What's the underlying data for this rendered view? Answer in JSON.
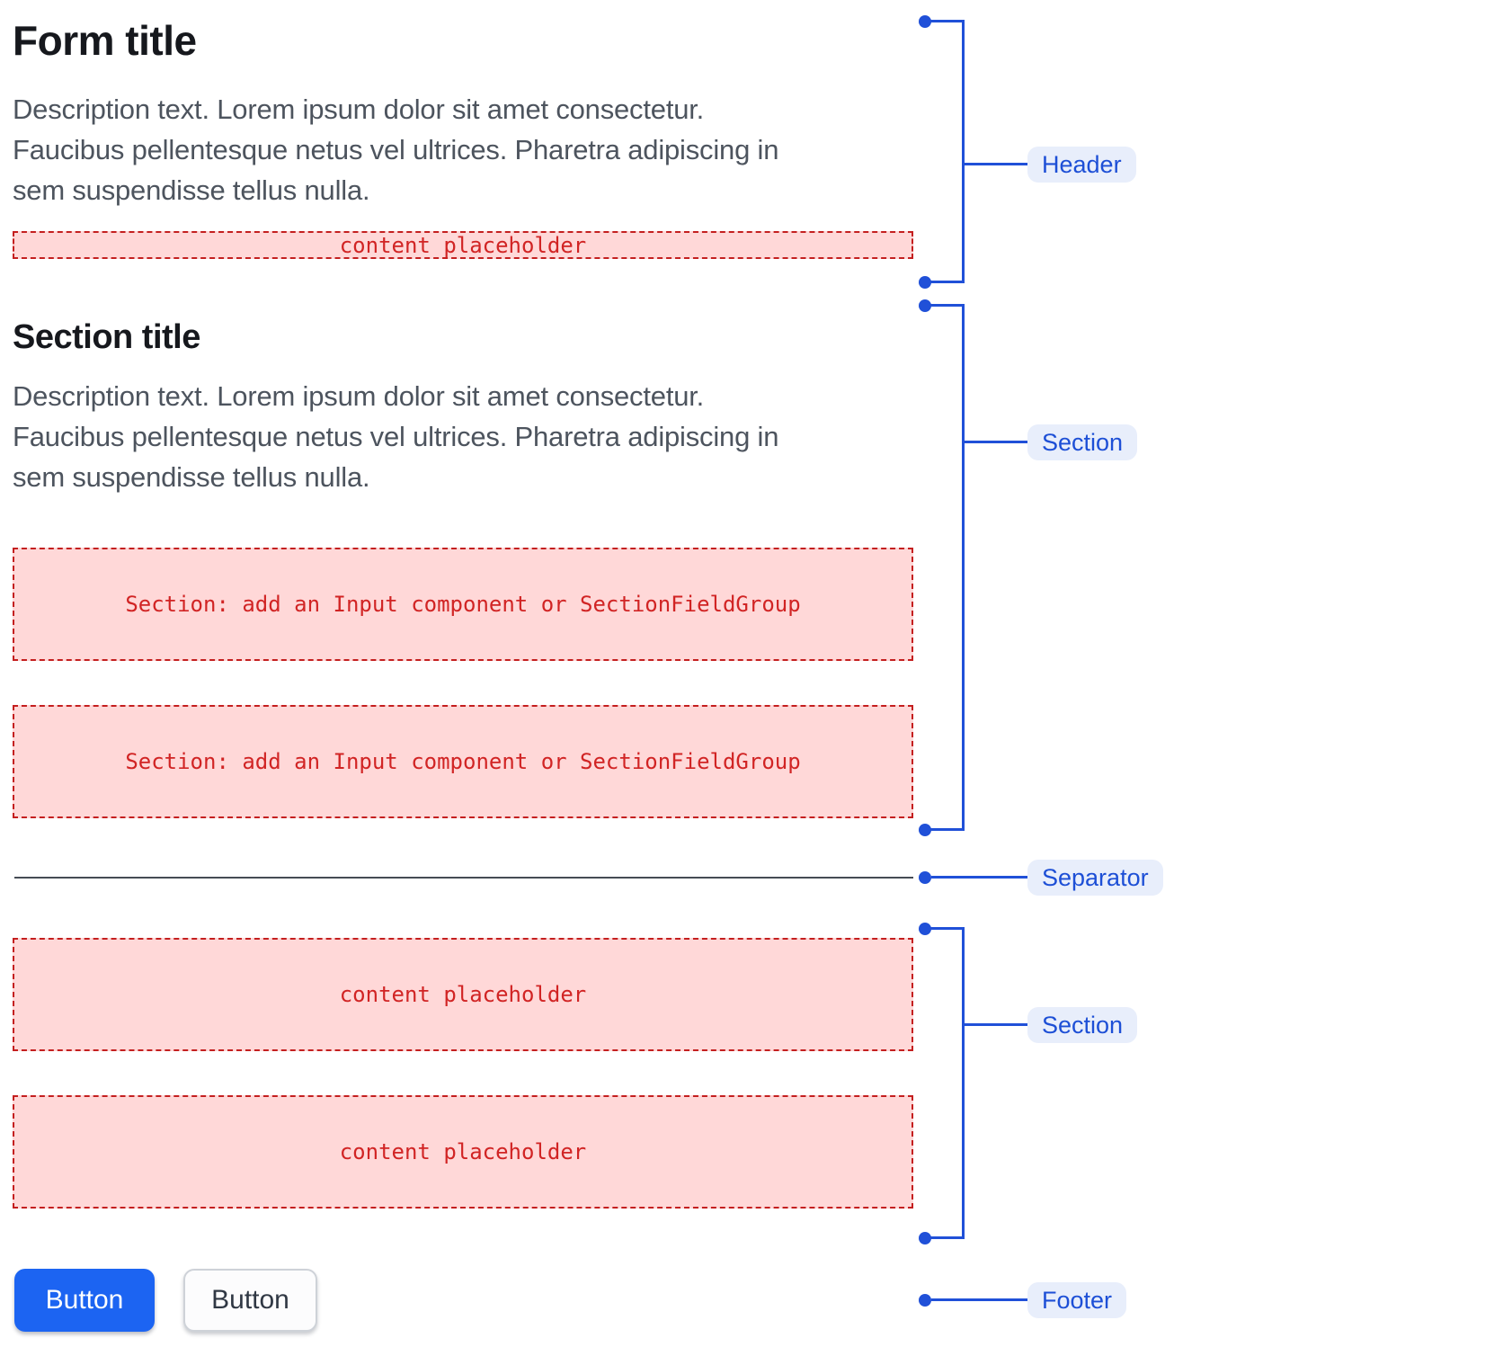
{
  "form": {
    "title": "Form title",
    "description": "Description text. Lorem ipsum dolor sit amet consectetur.\nFaucibus pellentesque netus vel ultrices. Pharetra adipiscing in\nsem suspendisse tellus nulla.",
    "header_placeholder": "content placeholder"
  },
  "section": {
    "title": "Section title",
    "description": "Description text. Lorem ipsum dolor sit amet consectetur.\nFaucibus pellentesque netus vel ultrices. Pharetra adipiscing in\nsem suspendisse tellus nulla.",
    "field_placeholders": [
      "Section: add an Input component or SectionFieldGroup",
      "Section: add an Input component or SectionFieldGroup"
    ]
  },
  "section2": {
    "content_placeholders": [
      "content placeholder",
      "content placeholder"
    ]
  },
  "footer": {
    "primary_button_label": "Button",
    "secondary_button_label": "Button"
  },
  "annotations": [
    {
      "label": "Header"
    },
    {
      "label": "Section"
    },
    {
      "label": "Separator"
    },
    {
      "label": "Section"
    },
    {
      "label": "Footer"
    }
  ],
  "colors": {
    "accent_blue": "#2050d8",
    "label_bg": "#e8eefb",
    "label_text": "#1d4fd6",
    "primary_button_bg": "#1c64f2",
    "primary_button_text": "#ffffff",
    "secondary_button_bg": "#fcfcfd",
    "secondary_button_border": "#ced2d8",
    "secondary_button_text": "#303844",
    "placeholder_bg": "#ffd8d8",
    "placeholder_border": "#c41f1f",
    "placeholder_text": "#d12424",
    "title_text": "#16181d",
    "description_text": "#4d545e",
    "separator": "#454c55"
  }
}
